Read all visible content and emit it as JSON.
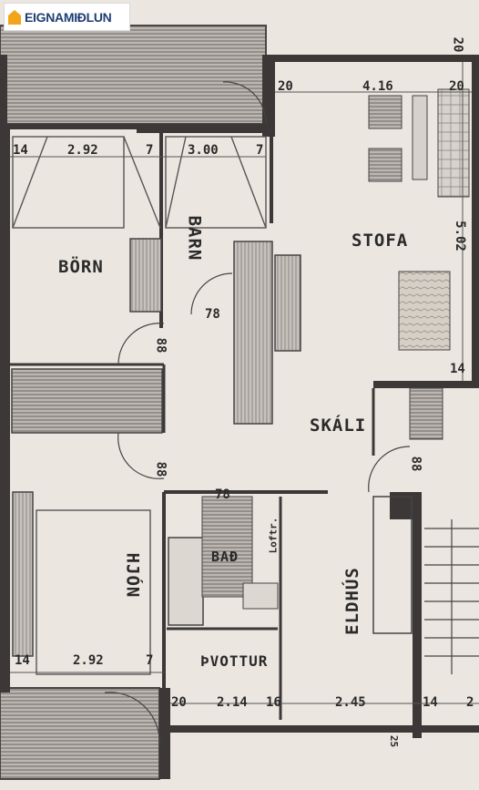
{
  "brand": {
    "name": "EIGNAMIÐLUN"
  },
  "rooms": {
    "born": "BÖRN",
    "barn": "BARN",
    "stofa": "STOFA",
    "skali": "SKÁLI",
    "hjon": "HJÓN",
    "bad": "BAÐ",
    "eldhus": "ELDHÚS",
    "thvottur": "ÞVOTTUR"
  },
  "dims": {
    "d20a": "20",
    "d416": "4.16",
    "d20b": "20",
    "d20c": "20",
    "d14a": "14",
    "d292a": "2.92",
    "d7a": "7",
    "d300": "3.00",
    "d7b": "7",
    "d502": "5.02",
    "d78a": "78",
    "d88a": "88",
    "d14b": "14",
    "d88b": "88",
    "d88c": "88",
    "d78b": "78",
    "d14c": "14",
    "d292b": "2.92",
    "d7c": "7",
    "d20d": "20",
    "d214": "2.14",
    "d16": "16",
    "d245": "2.45",
    "d14d": "14",
    "d25": "25",
    "d2": "2",
    "vent": "Loftr."
  },
  "colors": {
    "paper": "#ece6e0",
    "wall": "#3c3838",
    "ink": "#2a2a2a",
    "hatch": "#555555",
    "brand": "#1f3d73",
    "brand_accent": "#f2a51a"
  }
}
